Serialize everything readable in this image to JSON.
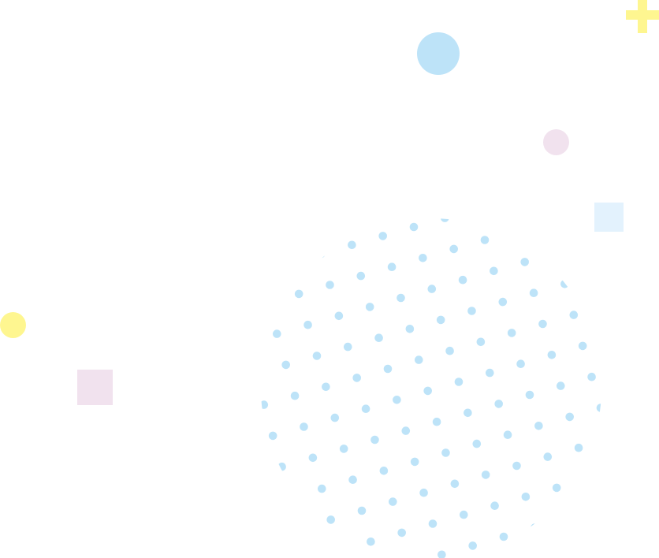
{
  "colors": {
    "blue_dot": "#bde3f8",
    "blue_circle": "#bde3f8",
    "pink": "#f1e2ee",
    "yellow": "#fef690",
    "light_blue_square": "#e3f2fd",
    "background": "#ffffff"
  },
  "decorations": {
    "shapes": [
      "blue-circle",
      "pink-circle",
      "yellow-circle",
      "light-blue-square",
      "pink-square",
      "yellow-plus",
      "dot-pattern-circle"
    ]
  }
}
